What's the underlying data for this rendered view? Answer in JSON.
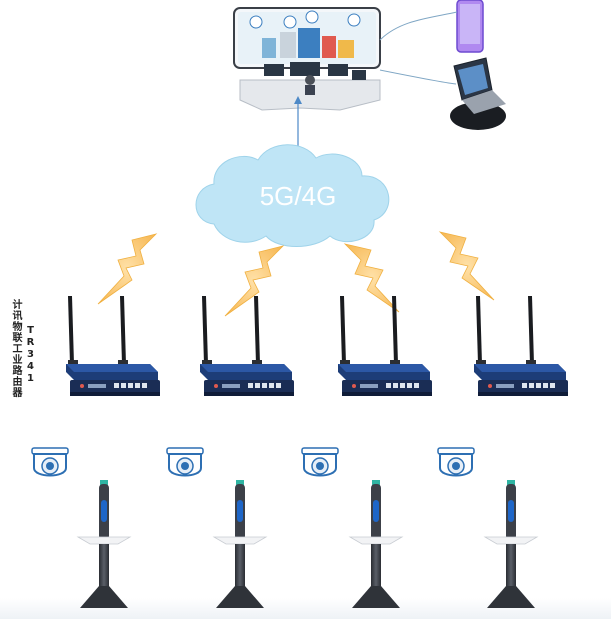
{
  "network": {
    "cloud_label": "5G/4G"
  },
  "router": {
    "label_cn": "计讯物联工业路由器",
    "model": "TR341"
  },
  "colors": {
    "cloud": "#b9e3f5",
    "cloud_text": "#ffffff",
    "lightning": "#fbc97a",
    "router_body": "#1d3d78",
    "camera_ring": "#2d6fb3",
    "pole_accent": "#1e66c8",
    "pole_tip": "#2fb5a3"
  },
  "icons": [
    "monitoring-center-icon",
    "phone-icon",
    "laptop-icon",
    "cloud-icon",
    "lightning-icon",
    "router-icon",
    "camera-icon",
    "monitoring-pole-icon"
  ]
}
